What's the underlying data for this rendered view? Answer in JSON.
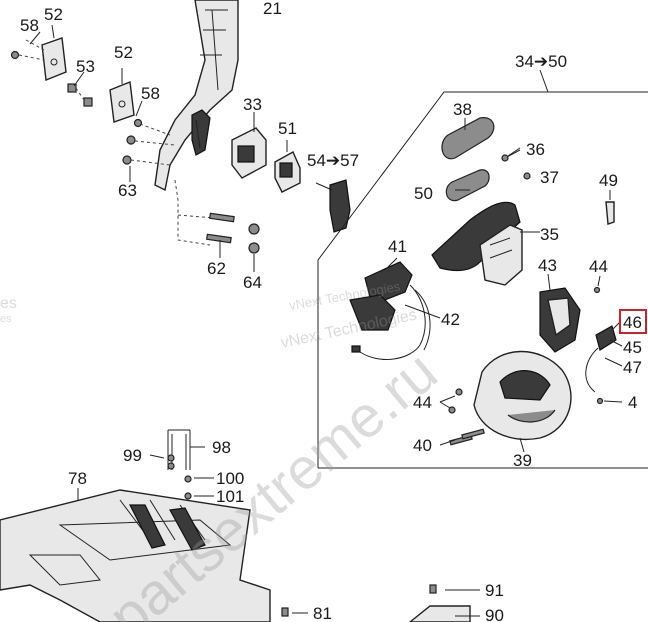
{
  "callouts": [
    {
      "id": "c21",
      "text": "21"
    },
    {
      "id": "c58a",
      "text": "58"
    },
    {
      "id": "c52a",
      "text": "52"
    },
    {
      "id": "c53",
      "text": "53"
    },
    {
      "id": "c52b",
      "text": "52"
    },
    {
      "id": "c58b",
      "text": "58"
    },
    {
      "id": "c33",
      "text": "33"
    },
    {
      "id": "c51",
      "text": "51"
    },
    {
      "id": "c54",
      "text": "54➔57"
    },
    {
      "id": "c63",
      "text": "63"
    },
    {
      "id": "c62",
      "text": "62"
    },
    {
      "id": "c64",
      "text": "64"
    },
    {
      "id": "c3450",
      "text": "34➔50"
    },
    {
      "id": "c38",
      "text": "38"
    },
    {
      "id": "c36",
      "text": "36"
    },
    {
      "id": "c37",
      "text": "37"
    },
    {
      "id": "c50",
      "text": "50"
    },
    {
      "id": "c49",
      "text": "49"
    },
    {
      "id": "c35",
      "text": "35"
    },
    {
      "id": "c41",
      "text": "41"
    },
    {
      "id": "c43",
      "text": "43"
    },
    {
      "id": "c44a",
      "text": "44"
    },
    {
      "id": "c42",
      "text": "42"
    },
    {
      "id": "c46",
      "text": "46"
    },
    {
      "id": "c45",
      "text": "45"
    },
    {
      "id": "c47",
      "text": "47"
    },
    {
      "id": "c44b",
      "text": "44"
    },
    {
      "id": "c4",
      "text": "4"
    },
    {
      "id": "c40",
      "text": "40"
    },
    {
      "id": "c39",
      "text": "39"
    },
    {
      "id": "c99",
      "text": "99"
    },
    {
      "id": "c98",
      "text": "98"
    },
    {
      "id": "c78",
      "text": "78"
    },
    {
      "id": "c100",
      "text": "100"
    },
    {
      "id": "c101",
      "text": "101"
    },
    {
      "id": "c91",
      "text": "91"
    },
    {
      "id": "c81",
      "text": "81"
    },
    {
      "id": "c90",
      "text": "90"
    }
  ],
  "highlight": {
    "text": "46",
    "color": "#c0262d"
  },
  "watermarks": {
    "main": "vNext Technologies",
    "site": "partsextreme.ru",
    "fragment_a": "es",
    "fragment_b": "es"
  }
}
